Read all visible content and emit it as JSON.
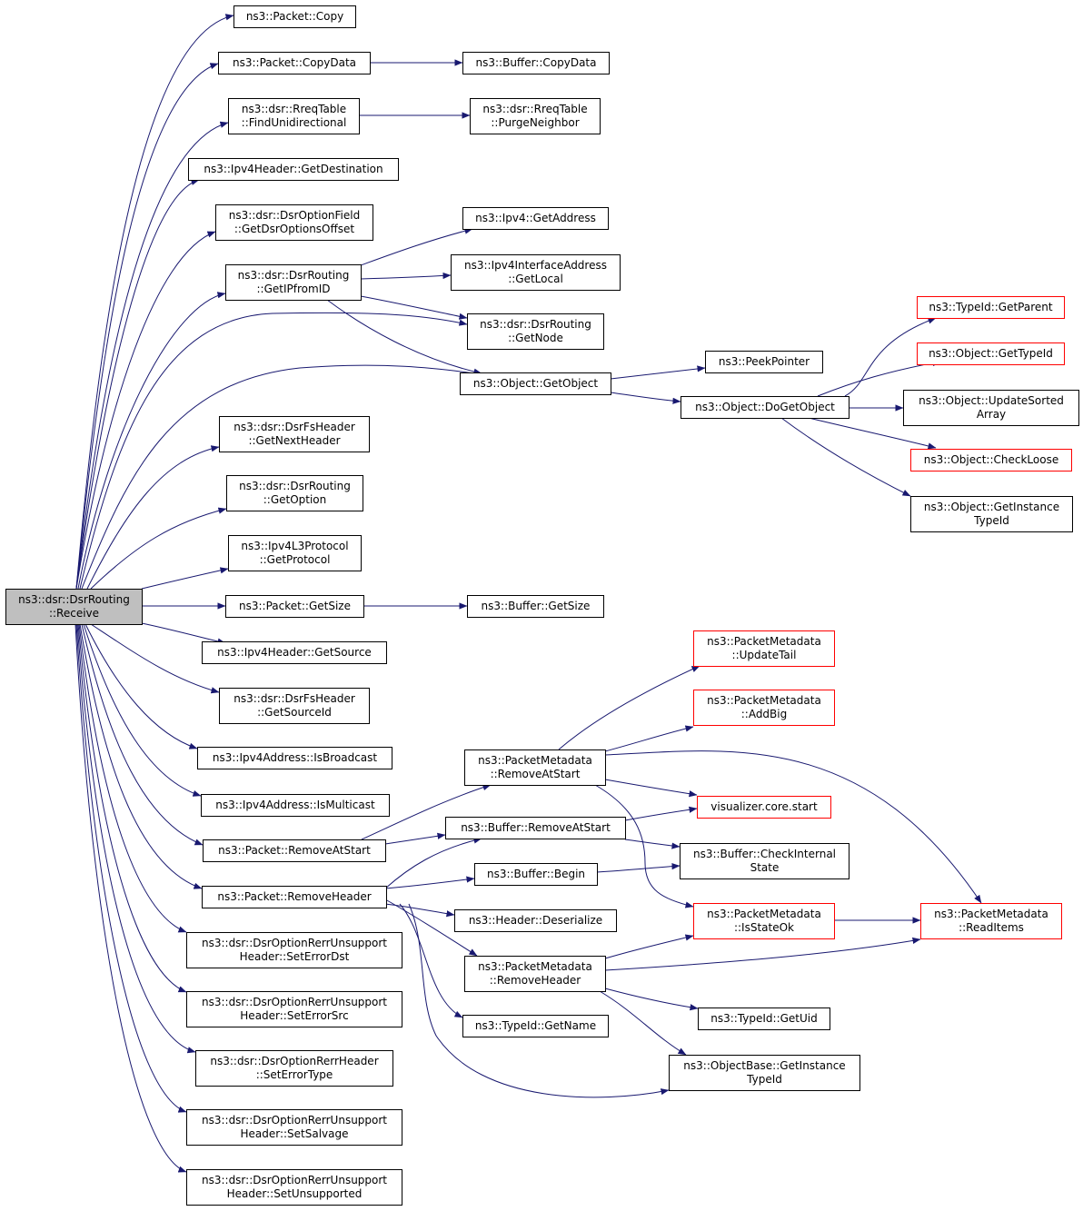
{
  "colors": {
    "edge": "#191970",
    "root_fill": "#bfbfbf",
    "node_border": "#000000",
    "truncated_border": "#ff0000",
    "node_fill": "#ffffff"
  },
  "nodes": [
    {
      "id": "receive",
      "lines": [
        "ns3::dsr::DsrRouting",
        "::Receive"
      ],
      "style": "root"
    },
    {
      "id": "pkt_copy",
      "lines": [
        "ns3::Packet::Copy"
      ],
      "style": "normal"
    },
    {
      "id": "pkt_copydata",
      "lines": [
        "ns3::Packet::CopyData"
      ],
      "style": "normal"
    },
    {
      "id": "buf_copydata",
      "lines": [
        "ns3::Buffer::CopyData"
      ],
      "style": "normal"
    },
    {
      "id": "rreq_finduni",
      "lines": [
        "ns3::dsr::RreqTable",
        "::FindUnidirectional"
      ],
      "style": "normal"
    },
    {
      "id": "rreq_purge",
      "lines": [
        "ns3::dsr::RreqTable",
        "::PurgeNeighbor"
      ],
      "style": "normal"
    },
    {
      "id": "ipv4h_getdest",
      "lines": [
        "ns3::Ipv4Header::GetDestination"
      ],
      "style": "normal"
    },
    {
      "id": "dsropt_getoffset",
      "lines": [
        "ns3::dsr::DsrOptionField",
        "::GetDsrOptionsOffset"
      ],
      "style": "normal"
    },
    {
      "id": "ipv4_getaddress",
      "lines": [
        "ns3::Ipv4::GetAddress"
      ],
      "style": "normal"
    },
    {
      "id": "dsr_getipfromid",
      "lines": [
        "ns3::dsr::DsrRouting",
        "::GetIPfromID"
      ],
      "style": "normal"
    },
    {
      "id": "ipv4ia_getlocal",
      "lines": [
        "ns3::Ipv4InterfaceAddress",
        "::GetLocal"
      ],
      "style": "normal"
    },
    {
      "id": "dsr_getnode",
      "lines": [
        "ns3::dsr::DsrRouting",
        "::GetNode"
      ],
      "style": "normal"
    },
    {
      "id": "typeid_getparent",
      "lines": [
        "ns3::TypeId::GetParent"
      ],
      "style": "truncated"
    },
    {
      "id": "obj_gettypeid",
      "lines": [
        "ns3::Object::GetTypeId"
      ],
      "style": "truncated"
    },
    {
      "id": "peekpointer",
      "lines": [
        "ns3::PeekPointer"
      ],
      "style": "normal"
    },
    {
      "id": "obj_getobject",
      "lines": [
        "ns3::Object::GetObject"
      ],
      "style": "normal"
    },
    {
      "id": "obj_dogetobject",
      "lines": [
        "ns3::Object::DoGetObject"
      ],
      "style": "normal"
    },
    {
      "id": "obj_updatesorted",
      "lines": [
        "ns3::Object::UpdateSorted",
        "Array"
      ],
      "style": "normal"
    },
    {
      "id": "obj_checkloose",
      "lines": [
        "ns3::Object::CheckLoose"
      ],
      "style": "truncated"
    },
    {
      "id": "obj_getinstancetypeid",
      "lines": [
        "ns3::Object::GetInstance",
        "TypeId"
      ],
      "style": "normal"
    },
    {
      "id": "dsrfs_getnextheader",
      "lines": [
        "ns3::dsr::DsrFsHeader",
        "::GetNextHeader"
      ],
      "style": "normal"
    },
    {
      "id": "dsr_getoption",
      "lines": [
        "ns3::dsr::DsrRouting",
        "::GetOption"
      ],
      "style": "normal"
    },
    {
      "id": "ipv4l3_getprotocol",
      "lines": [
        "ns3::Ipv4L3Protocol",
        "::GetProtocol"
      ],
      "style": "normal"
    },
    {
      "id": "pkt_getsize",
      "lines": [
        "ns3::Packet::GetSize"
      ],
      "style": "normal"
    },
    {
      "id": "buf_getsize",
      "lines": [
        "ns3::Buffer::GetSize"
      ],
      "style": "normal"
    },
    {
      "id": "ipv4h_getsource",
      "lines": [
        "ns3::Ipv4Header::GetSource"
      ],
      "style": "normal"
    },
    {
      "id": "dsrfs_getsourceid",
      "lines": [
        "ns3::dsr::DsrFsHeader",
        "::GetSourceId"
      ],
      "style": "normal"
    },
    {
      "id": "pm_updatetail",
      "lines": [
        "ns3::PacketMetadata",
        "::UpdateTail"
      ],
      "style": "truncated"
    },
    {
      "id": "pm_addbig",
      "lines": [
        "ns3::PacketMetadata",
        "::AddBig"
      ],
      "style": "truncated"
    },
    {
      "id": "ipv4a_isbroadcast",
      "lines": [
        "ns3::Ipv4Address::IsBroadcast"
      ],
      "style": "normal"
    },
    {
      "id": "pm_removeatstart",
      "lines": [
        "ns3::PacketMetadata",
        "::RemoveAtStart"
      ],
      "style": "normal"
    },
    {
      "id": "ipv4a_ismulticast",
      "lines": [
        "ns3::Ipv4Address::IsMulticast"
      ],
      "style": "normal"
    },
    {
      "id": "viz_start",
      "lines": [
        "visualizer.core.start"
      ],
      "style": "truncated"
    },
    {
      "id": "buf_removeatstart",
      "lines": [
        "ns3::Buffer::RemoveAtStart"
      ],
      "style": "normal"
    },
    {
      "id": "pkt_removeatstart",
      "lines": [
        "ns3::Packet::RemoveAtStart"
      ],
      "style": "normal"
    },
    {
      "id": "buf_checkinternal",
      "lines": [
        "ns3::Buffer::CheckInternal",
        "State"
      ],
      "style": "normal"
    },
    {
      "id": "buf_begin",
      "lines": [
        "ns3::Buffer::Begin"
      ],
      "style": "normal"
    },
    {
      "id": "pkt_removeheader",
      "lines": [
        "ns3::Packet::RemoveHeader"
      ],
      "style": "normal"
    },
    {
      "id": "hdr_deserialize",
      "lines": [
        "ns3::Header::Deserialize"
      ],
      "style": "normal"
    },
    {
      "id": "pm_isstateok",
      "lines": [
        "ns3::PacketMetadata",
        "::IsStateOk"
      ],
      "style": "truncated"
    },
    {
      "id": "pm_readitems",
      "lines": [
        "ns3::PacketMetadata",
        "::ReadItems"
      ],
      "style": "truncated"
    },
    {
      "id": "rerr_seterrordst",
      "lines": [
        "ns3::dsr::DsrOptionRerrUnsupport",
        "Header::SetErrorDst"
      ],
      "style": "normal"
    },
    {
      "id": "pm_removeheader",
      "lines": [
        "ns3::PacketMetadata",
        "::RemoveHeader"
      ],
      "style": "normal"
    },
    {
      "id": "rerr_seterrorsrc",
      "lines": [
        "ns3::dsr::DsrOptionRerrUnsupport",
        "Header::SetErrorSrc"
      ],
      "style": "normal"
    },
    {
      "id": "typeid_getuid",
      "lines": [
        "ns3::TypeId::GetUid"
      ],
      "style": "normal"
    },
    {
      "id": "typeid_getname",
      "lines": [
        "ns3::TypeId::GetName"
      ],
      "style": "normal"
    },
    {
      "id": "objbase_getinstancetypeid",
      "lines": [
        "ns3::ObjectBase::GetInstance",
        "TypeId"
      ],
      "style": "normal"
    },
    {
      "id": "rerrhdr_seterrortype",
      "lines": [
        "ns3::dsr::DsrOptionRerrHeader",
        "::SetErrorType"
      ],
      "style": "normal"
    },
    {
      "id": "rerr_setsalvage",
      "lines": [
        "ns3::dsr::DsrOptionRerrUnsupport",
        "Header::SetSalvage"
      ],
      "style": "normal"
    },
    {
      "id": "rerr_setunsupported",
      "lines": [
        "ns3::dsr::DsrOptionRerrUnsupport",
        "Header::SetUnsupported"
      ],
      "style": "normal"
    }
  ]
}
